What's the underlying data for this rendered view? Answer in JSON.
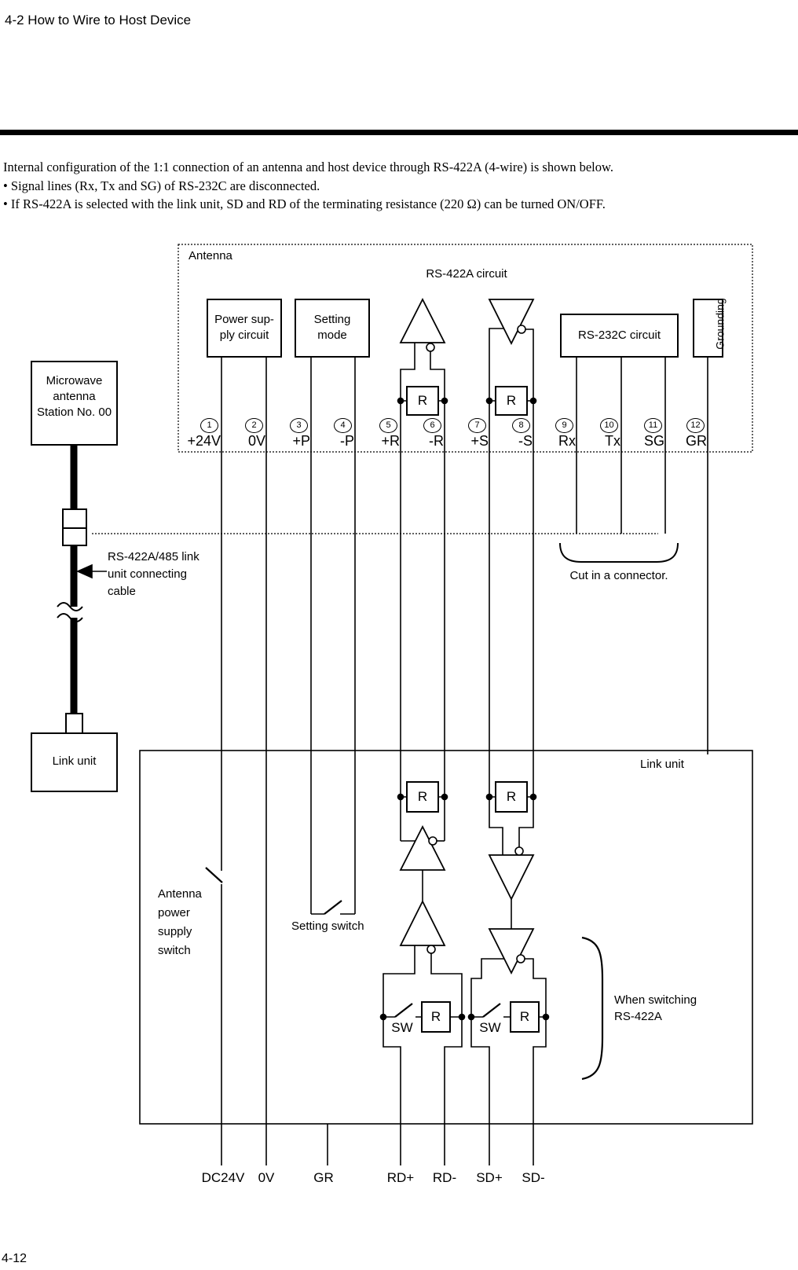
{
  "page": {
    "header_title": "4-2 How to Wire to Host Device",
    "intro_lines": [
      "Internal configuration of the 1:1 connection of an antenna and host device through RS-422A (4-wire) is shown below.",
      "• Signal lines (Rx, Tx and SG) of RS-232C are disconnected.",
      "• If RS-422A is selected with the link unit, SD and RD of the terminating resistance (220 Ω) can be turned ON/OFF."
    ],
    "page_number": "4-12"
  },
  "diagram": {
    "resistor_label": "R",
    "antenna": {
      "label": "Antenna",
      "rs422a_circuit_label": "RS-422A circuit",
      "power_supply_line1": "Power sup-",
      "power_supply_line2": "ply circuit",
      "setting_mode_line1": "Setting",
      "setting_mode_line2": "mode",
      "rs232c_label": "RS-232C circuit",
      "grounding_label": "Grounding",
      "terminals": [
        {
          "no": "1",
          "label": "+24V"
        },
        {
          "no": "2",
          "label": "0V"
        },
        {
          "no": "3",
          "label": "+P"
        },
        {
          "no": "4",
          "label": "-P"
        },
        {
          "no": "5",
          "label": "+R"
        },
        {
          "no": "6",
          "label": "-R"
        },
        {
          "no": "7",
          "label": "+S"
        },
        {
          "no": "8",
          "label": "-S"
        },
        {
          "no": "9",
          "label": "Rx"
        },
        {
          "no": "10",
          "label": "Tx"
        },
        {
          "no": "11",
          "label": "SG"
        },
        {
          "no": "12",
          "label": "GR"
        }
      ]
    },
    "left_column": {
      "microwave_line1": "Microwave",
      "microwave_line2": "antenna",
      "microwave_line3": "Station No. 00",
      "cable_label_line1": "RS-422A/485 link",
      "cable_label_line2": "unit connecting",
      "cable_label_line3": "cable",
      "link_unit_label": "Link unit"
    },
    "cut_connector_label": "Cut in a connector.",
    "link_unit": {
      "label": "Link unit",
      "power_switch_line1": "Antenna",
      "power_switch_line2": "power",
      "power_switch_line3": "supply",
      "power_switch_line4": "switch",
      "setting_switch_label": "Setting switch",
      "sw_label": "SW",
      "when_switching_line1": "When switching",
      "when_switching_line2": "RS-422A",
      "bottom_labels": [
        "DC24V",
        "0V",
        "GR",
        "RD+",
        "RD-",
        "SD+",
        "SD-"
      ]
    }
  }
}
